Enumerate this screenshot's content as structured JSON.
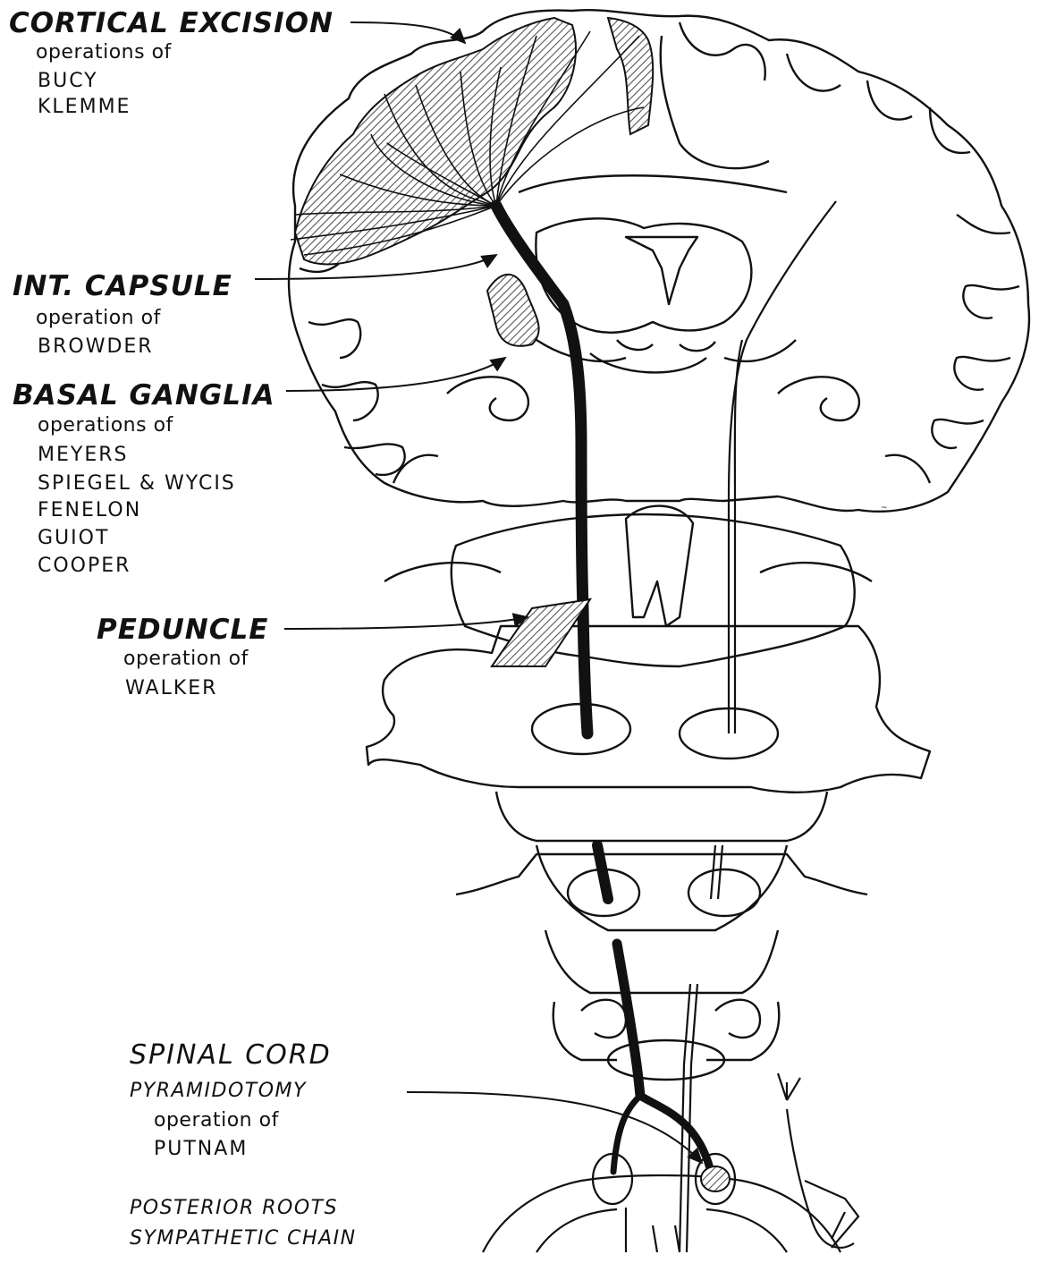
{
  "labels": {
    "cortical": {
      "title": "CORTICAL EXCISION",
      "sub": "operations of",
      "names": [
        "BUCY",
        "KLEMME"
      ]
    },
    "capsule": {
      "title": "INT. CAPSULE",
      "sub": "operation of",
      "names": [
        "BROWDER"
      ]
    },
    "basal": {
      "title": "BASAL GANGLIA",
      "sub": "operations of",
      "names": [
        "MEYERS",
        "SPIEGEL & WYCIS",
        "FENELON",
        "GUIOT",
        "COOPER"
      ]
    },
    "peduncle": {
      "title": "PEDUNCLE",
      "sub": "operation of",
      "names": [
        "WALKER"
      ]
    },
    "spinal": {
      "title": "SPINAL CORD",
      "subtitle": "PYRAMIDOTOMY",
      "sub": "operation of",
      "names": [
        "PUTNAM"
      ]
    },
    "bottom": [
      "POSTERIOR ROOTS",
      "SYMPATHETIC CHAIN"
    ]
  },
  "colors": {
    "ink": "#111111",
    "paper": "#ffffff",
    "hatch": "#7a7a7a"
  }
}
